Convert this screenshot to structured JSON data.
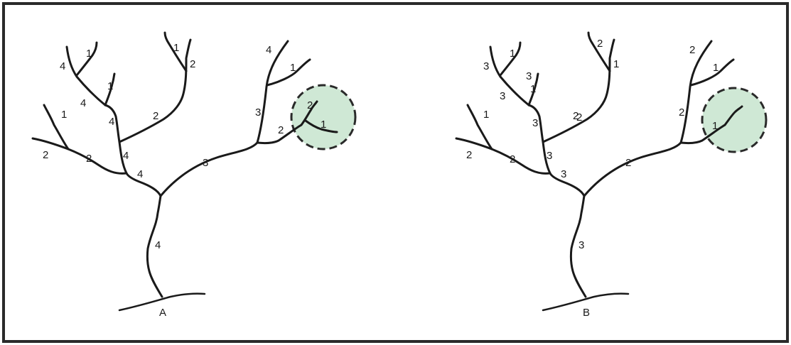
{
  "colors": {
    "background": "#ffffff",
    "frame": "#2a2a2a",
    "stream": "#1a1a1a",
    "highlight_fill": "#cfe8d5",
    "highlight_stroke": "#2a2a2a"
  },
  "panel_a": {
    "outlet_label": "A",
    "order_labels": [
      "1",
      "4",
      "2",
      "1",
      "1",
      "4",
      "4",
      "2",
      "1",
      "4",
      "2",
      "2",
      "4",
      "4",
      "3",
      "1",
      "3",
      "2",
      "1",
      "2",
      "4"
    ]
  },
  "panel_b": {
    "outlet_label": "B",
    "order_labels": [
      "1",
      "3",
      "1",
      "2",
      "3",
      "1",
      "3",
      "2",
      "1",
      "3",
      "2",
      "2",
      "2",
      "3",
      "3",
      "1",
      "2",
      "2",
      "1",
      "2",
      "3"
    ]
  }
}
